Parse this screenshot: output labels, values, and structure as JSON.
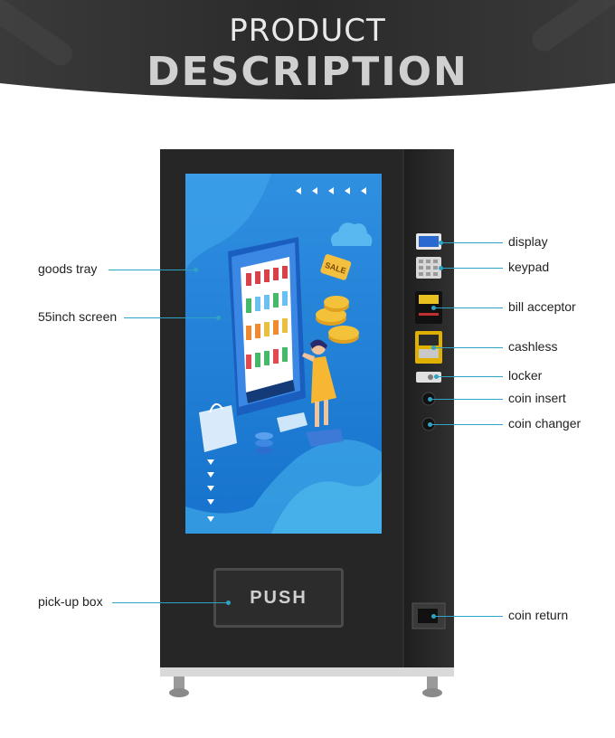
{
  "header": {
    "title_line1": "PRODUCT",
    "title_line2": "DESCRIPTION"
  },
  "screen": {
    "sale_tag": "SALE"
  },
  "pickup": {
    "push_label": "PUSH"
  },
  "labels": {
    "goods_tray": "goods tray",
    "screen_55": "55inch screen",
    "pickup_box": "pick-up box",
    "display": "display",
    "keypad": "keypad",
    "bill_acceptor": "bill  acceptor",
    "cashless": "cashless",
    "locker": "locker",
    "coin_insert": "coin insert",
    "coin_changer": "coin changer",
    "coin_return": "coin return"
  },
  "colors": {
    "accent_line": "#2fa3c4",
    "cabinet": "#262626",
    "header_bg": "#2e2e2e"
  }
}
